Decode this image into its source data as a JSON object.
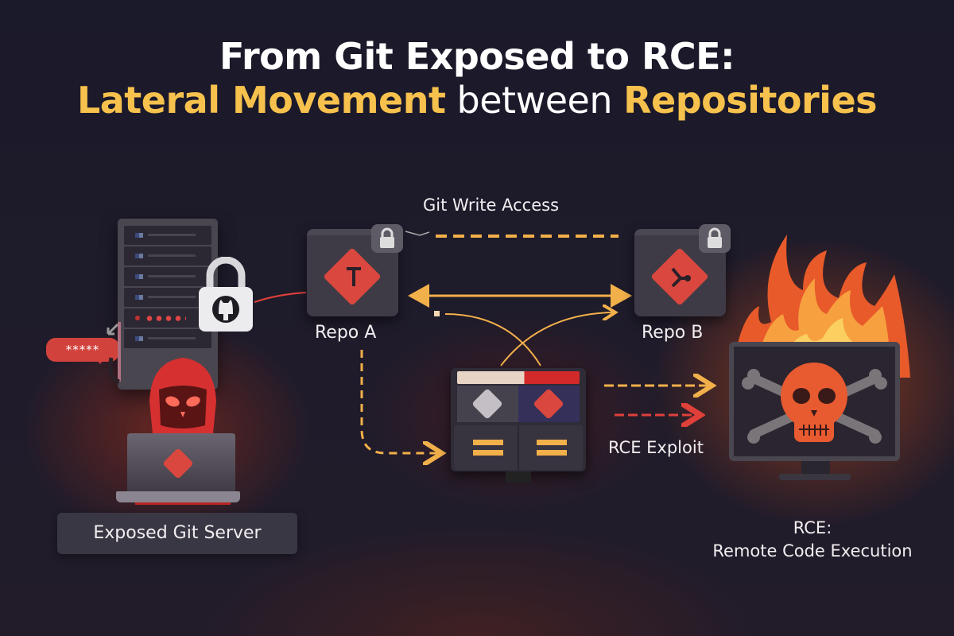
{
  "title": {
    "line1": "From Git Exposed to RCE:",
    "line2_part1": "Lateral Movement",
    "line2_part2": " between ",
    "line2_part3": "Repositories"
  },
  "colors": {
    "background": "#1b1a2a",
    "highlight": "#f7c14d",
    "danger": "#d9473e",
    "text": "#f2eef0"
  },
  "nodes": {
    "server": {
      "label": "Exposed Git Server",
      "password_bubble": "*****",
      "icon": "github-padlock-icon"
    },
    "repo_a": {
      "label": "Repo A",
      "icon": "git-icon"
    },
    "repo_b": {
      "label": "Repo B",
      "icon": "git-icon"
    },
    "pipeline": {
      "icon": "ci-monitor-icon"
    },
    "rce": {
      "label_line1": "RCE:",
      "label_line2": "Remote Code Execution",
      "icon": "skull-crossbones-icon"
    }
  },
  "edges": {
    "write_access": "Git Write Access",
    "exploit": "RCE Exploit"
  }
}
